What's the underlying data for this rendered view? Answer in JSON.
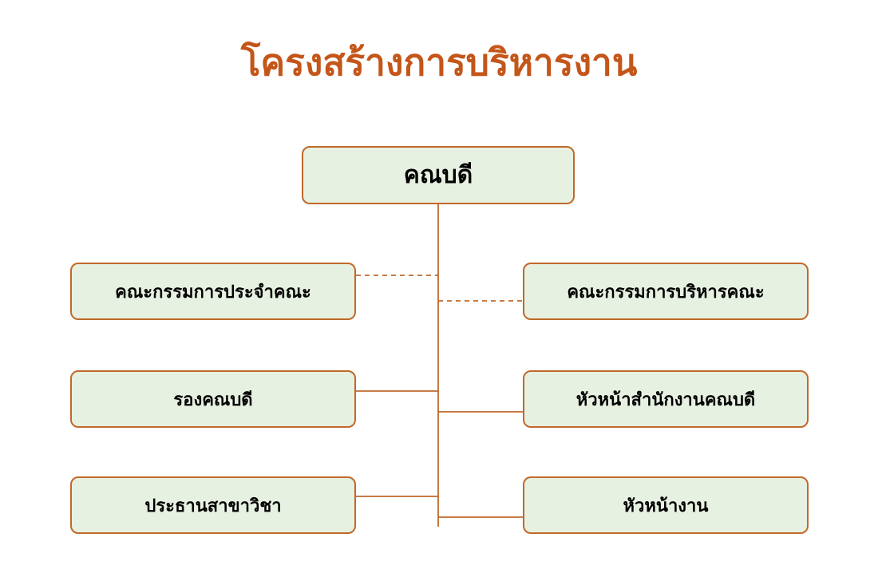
{
  "title": "โครงสร้างการบริหารงาน",
  "colors": {
    "title_text": "#C4561A",
    "box_border": "#C0692B",
    "box_fill": "#E7F1E1",
    "box_text": "#000000",
    "connector_line": "#C0692B",
    "background": "#FFFFFF"
  },
  "nodes": {
    "dean": {
      "label": "คณบดี"
    },
    "left": [
      {
        "label": "คณะกรรมการประจำคณะ"
      },
      {
        "label": "รองคณบดี"
      },
      {
        "label": "ประธานสาขาวิชา"
      }
    ],
    "right": [
      {
        "label": "คณะกรรมการบริหารคณะ"
      },
      {
        "label": "หัวหน้าสำนักงานคณบดี"
      },
      {
        "label": "หัวหน้างาน"
      }
    ]
  },
  "connections": {
    "dashed": [
      "dean–คณะกรรมการประจำคณะ",
      "dean–คณะกรรมการบริหารคณะ"
    ],
    "solid": [
      "dean–รองคณบดี",
      "dean–หัวหน้าสำนักงานคณบดี",
      "dean–ประธานสาขาวิชา",
      "dean–หัวหน้างาน"
    ]
  }
}
